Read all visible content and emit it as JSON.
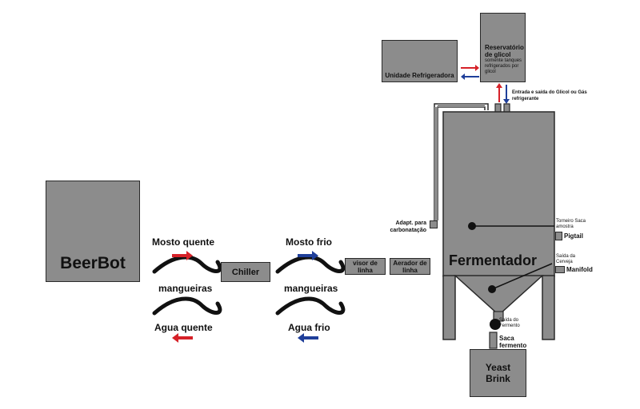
{
  "beerbot": "BeerBot",
  "chiller": "Chiller",
  "fermentador": "Fermentador",
  "yeast_brink": "Yeast Brink",
  "hot_side": {
    "top": "Mosto quente",
    "middle": "mangueiras",
    "bottom": "Agua quente"
  },
  "cold_side": {
    "top": "Mosto frio",
    "middle": "mangueiras",
    "bottom": "Agua frio"
  },
  "visor": "visor de linha",
  "aerador": "Aerador de linha",
  "unidade": "Unidade Refrigeradora",
  "reservatorio": {
    "title": "Reservatório de glicol",
    "note": "somente tanques refrigerados por glicol"
  },
  "entrada_saida": "Entrada e saída do Glicol ou Gás refrigerante",
  "adapt": "Adapt. para carbonatação",
  "torneiro": "Torneiro Saca amostra",
  "pigtail": "Pigtail",
  "saida_cerveja": "Saída da Cerveja",
  "manifold": "Manifold",
  "saida_fermento": "Saída do Fermento",
  "saca_fermento": "Saca fermento",
  "colors": {
    "box": "#8c8c8c",
    "red": "#d62128",
    "blue": "#1f3f9a"
  }
}
